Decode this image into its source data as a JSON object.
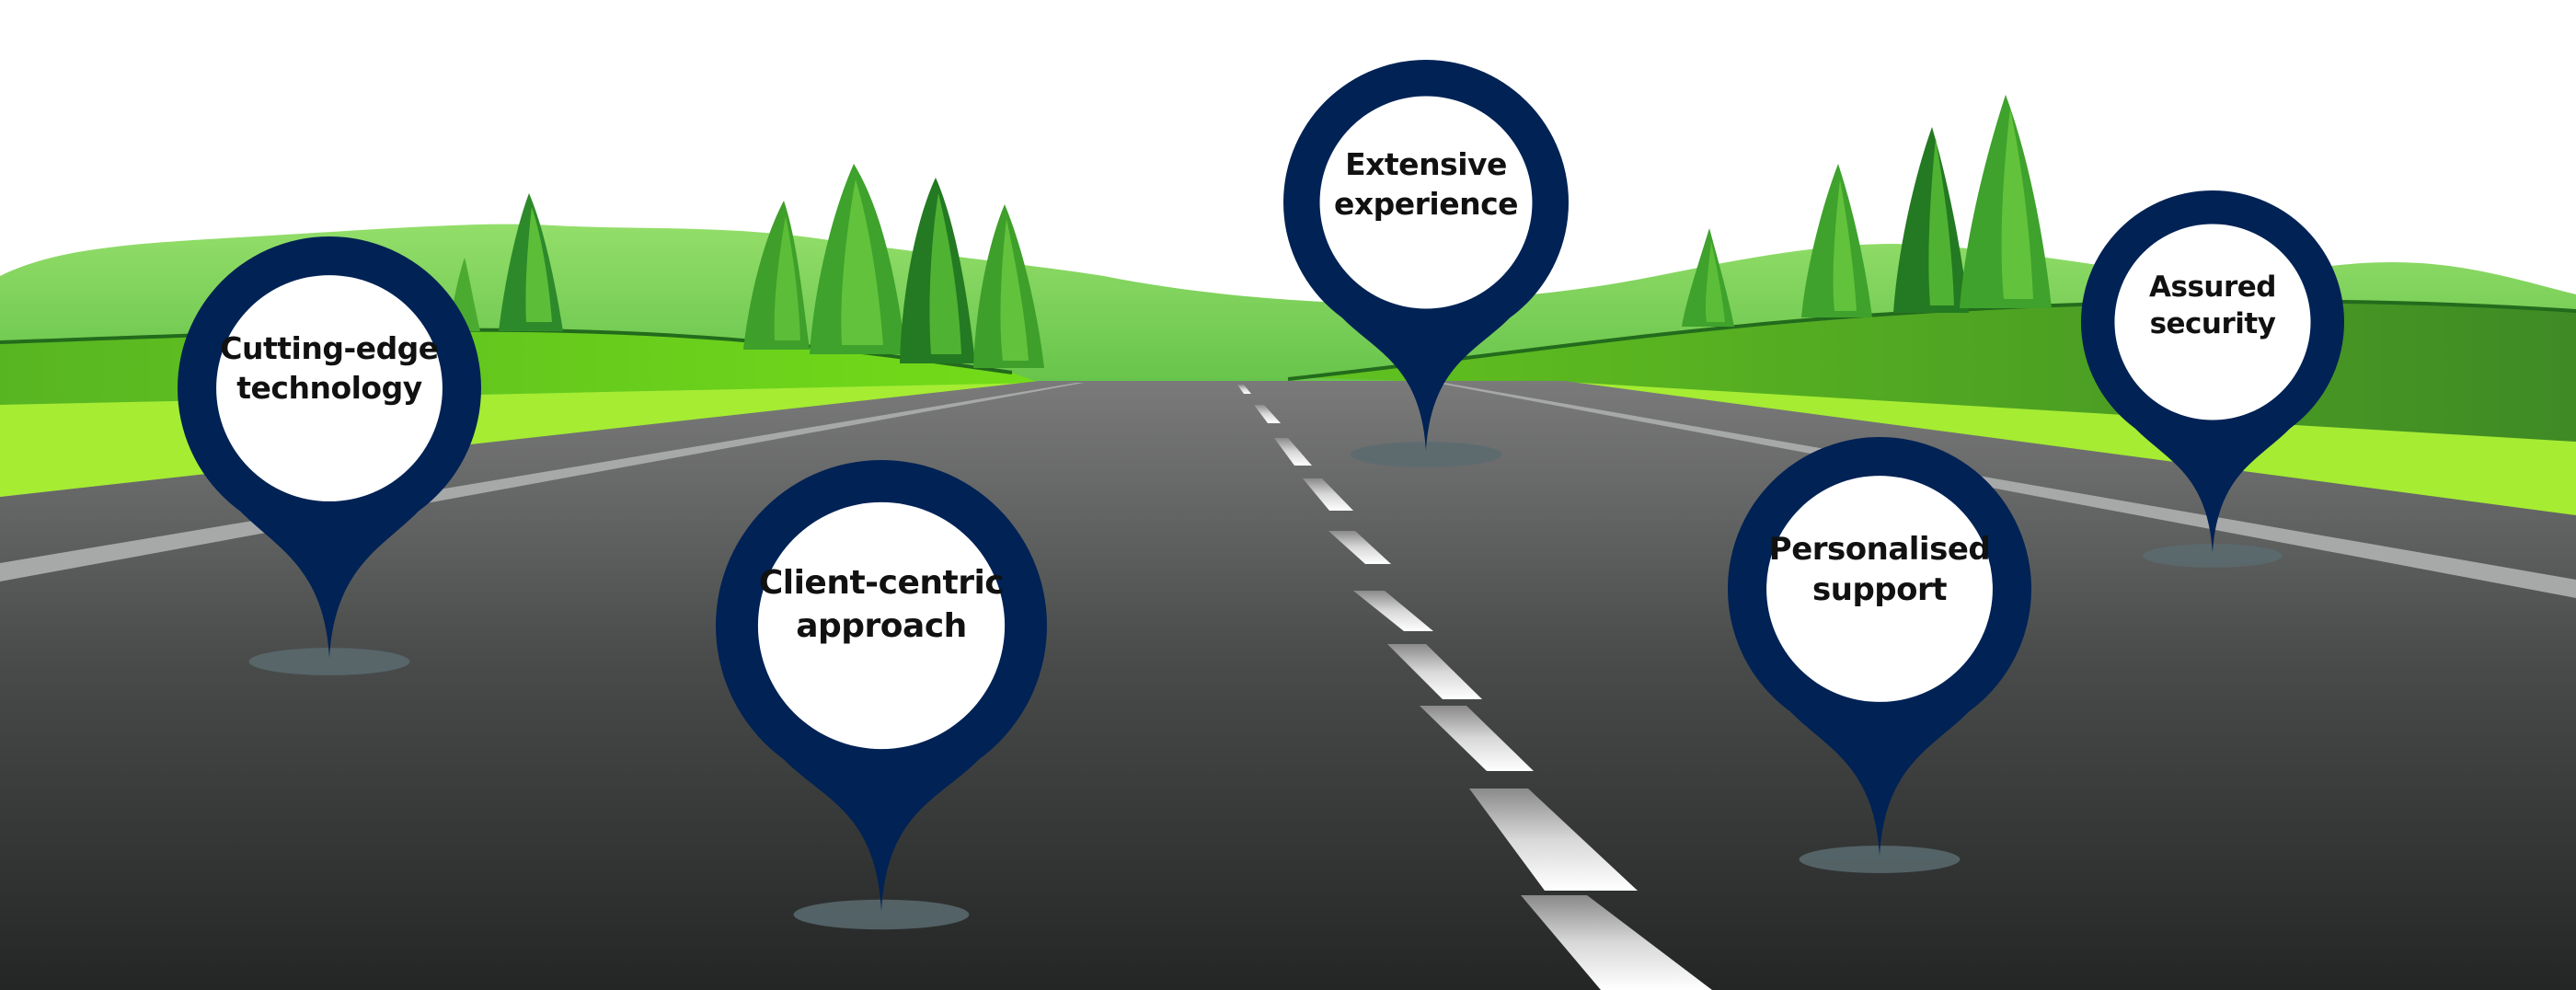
{
  "title": "Road with milestone pins",
  "colors": {
    "sky": "#ffffff",
    "pin": "#002255",
    "pin_inner": "#ffffff",
    "pin_shadow": "#5b6b70",
    "road_top": "#767676",
    "road_bottom": "#262828",
    "edge_line": "#a9abab",
    "dash": "#f2f2f2",
    "hill_far": "#8ddc62",
    "hill_mid": "#5cb82a",
    "grass_bright": "#a7ee33",
    "tree_dark": "#2d8a2a",
    "tree_light": "#5cbd38",
    "ridge_line": "#236b1c"
  },
  "pins": [
    {
      "id": "cutting-edge-technology",
      "lines": [
        "Cutting-edge",
        "technology"
      ]
    },
    {
      "id": "client-centric-approach",
      "lines": [
        "Client-centric",
        "approach"
      ]
    },
    {
      "id": "extensive-experience",
      "lines": [
        "Extensive",
        "experience"
      ]
    },
    {
      "id": "personalised-support",
      "lines": [
        "Personalised",
        "support"
      ]
    },
    {
      "id": "assured-security",
      "lines": [
        "Assured",
        "security"
      ]
    }
  ]
}
